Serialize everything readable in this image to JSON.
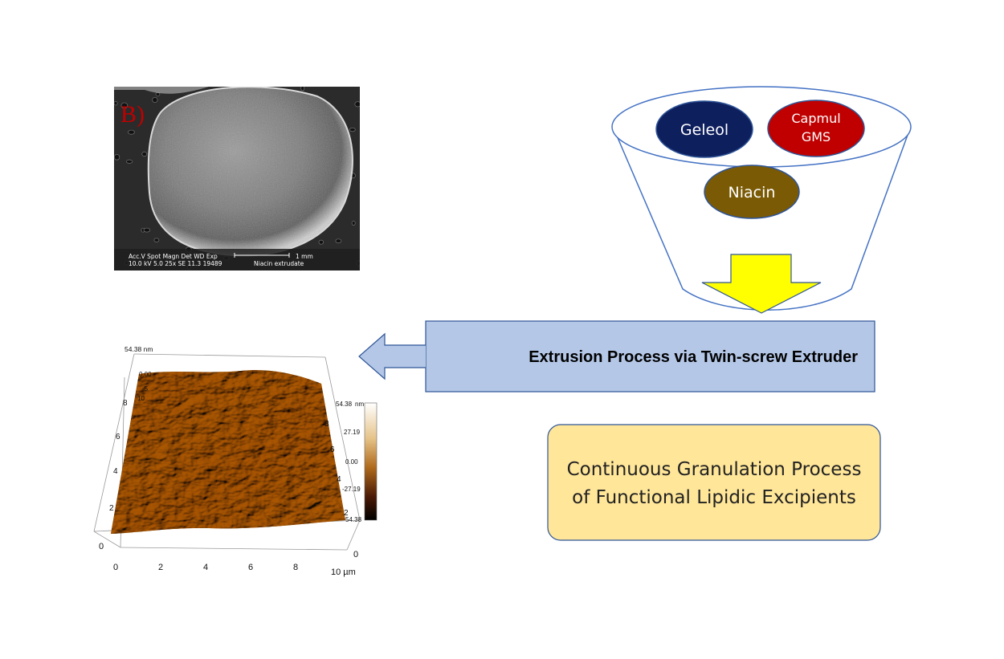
{
  "sem_image": {
    "panel_label": "B)",
    "info_headers": "Acc.V  Spot Magn    Det  WD  Exp",
    "info_values": "10.0 kV 5.0   25x      SE   11.3  19489",
    "scale_label": "1 mm",
    "sample_label": "Niacin extrudate"
  },
  "hopper": {
    "ingredients": [
      {
        "label_line1": "Geleol",
        "label_line2": "",
        "color": "#0e1f5e"
      },
      {
        "label_line1": "Capmul",
        "label_line2": "GMS",
        "color": "#c00000"
      },
      {
        "label_line1": "Niacin",
        "label_line2": "",
        "color": "#7a5a05"
      }
    ],
    "arrow_color": "#ffff00"
  },
  "process_banner": {
    "label": "Extrusion Process via Twin-screw Extruder",
    "color": "#b4c7e7"
  },
  "summary_box": {
    "line1": "Continuous Granulation Process",
    "line2": "of Functional Lipidic Excipients",
    "color": "#ffe699"
  },
  "afm_image": {
    "z_top_label": "54.38 nm",
    "z_axis_labels": [
      "0.00",
      "-5",
      "10"
    ],
    "colorbar_ticks": [
      "54.38",
      "27.19",
      "0.00",
      "-27.19",
      "54.38"
    ],
    "colorbar_unit": "nm",
    "left_axis_ticks": [
      "8",
      "6",
      "4",
      "2"
    ],
    "right_axis_ticks": [
      "8",
      "6",
      "4",
      "2"
    ],
    "x_axis_ticks": [
      "0",
      "2",
      "4",
      "6",
      "8",
      "10 µm"
    ],
    "y_origin_label": "0",
    "right_origin_label": "0"
  }
}
